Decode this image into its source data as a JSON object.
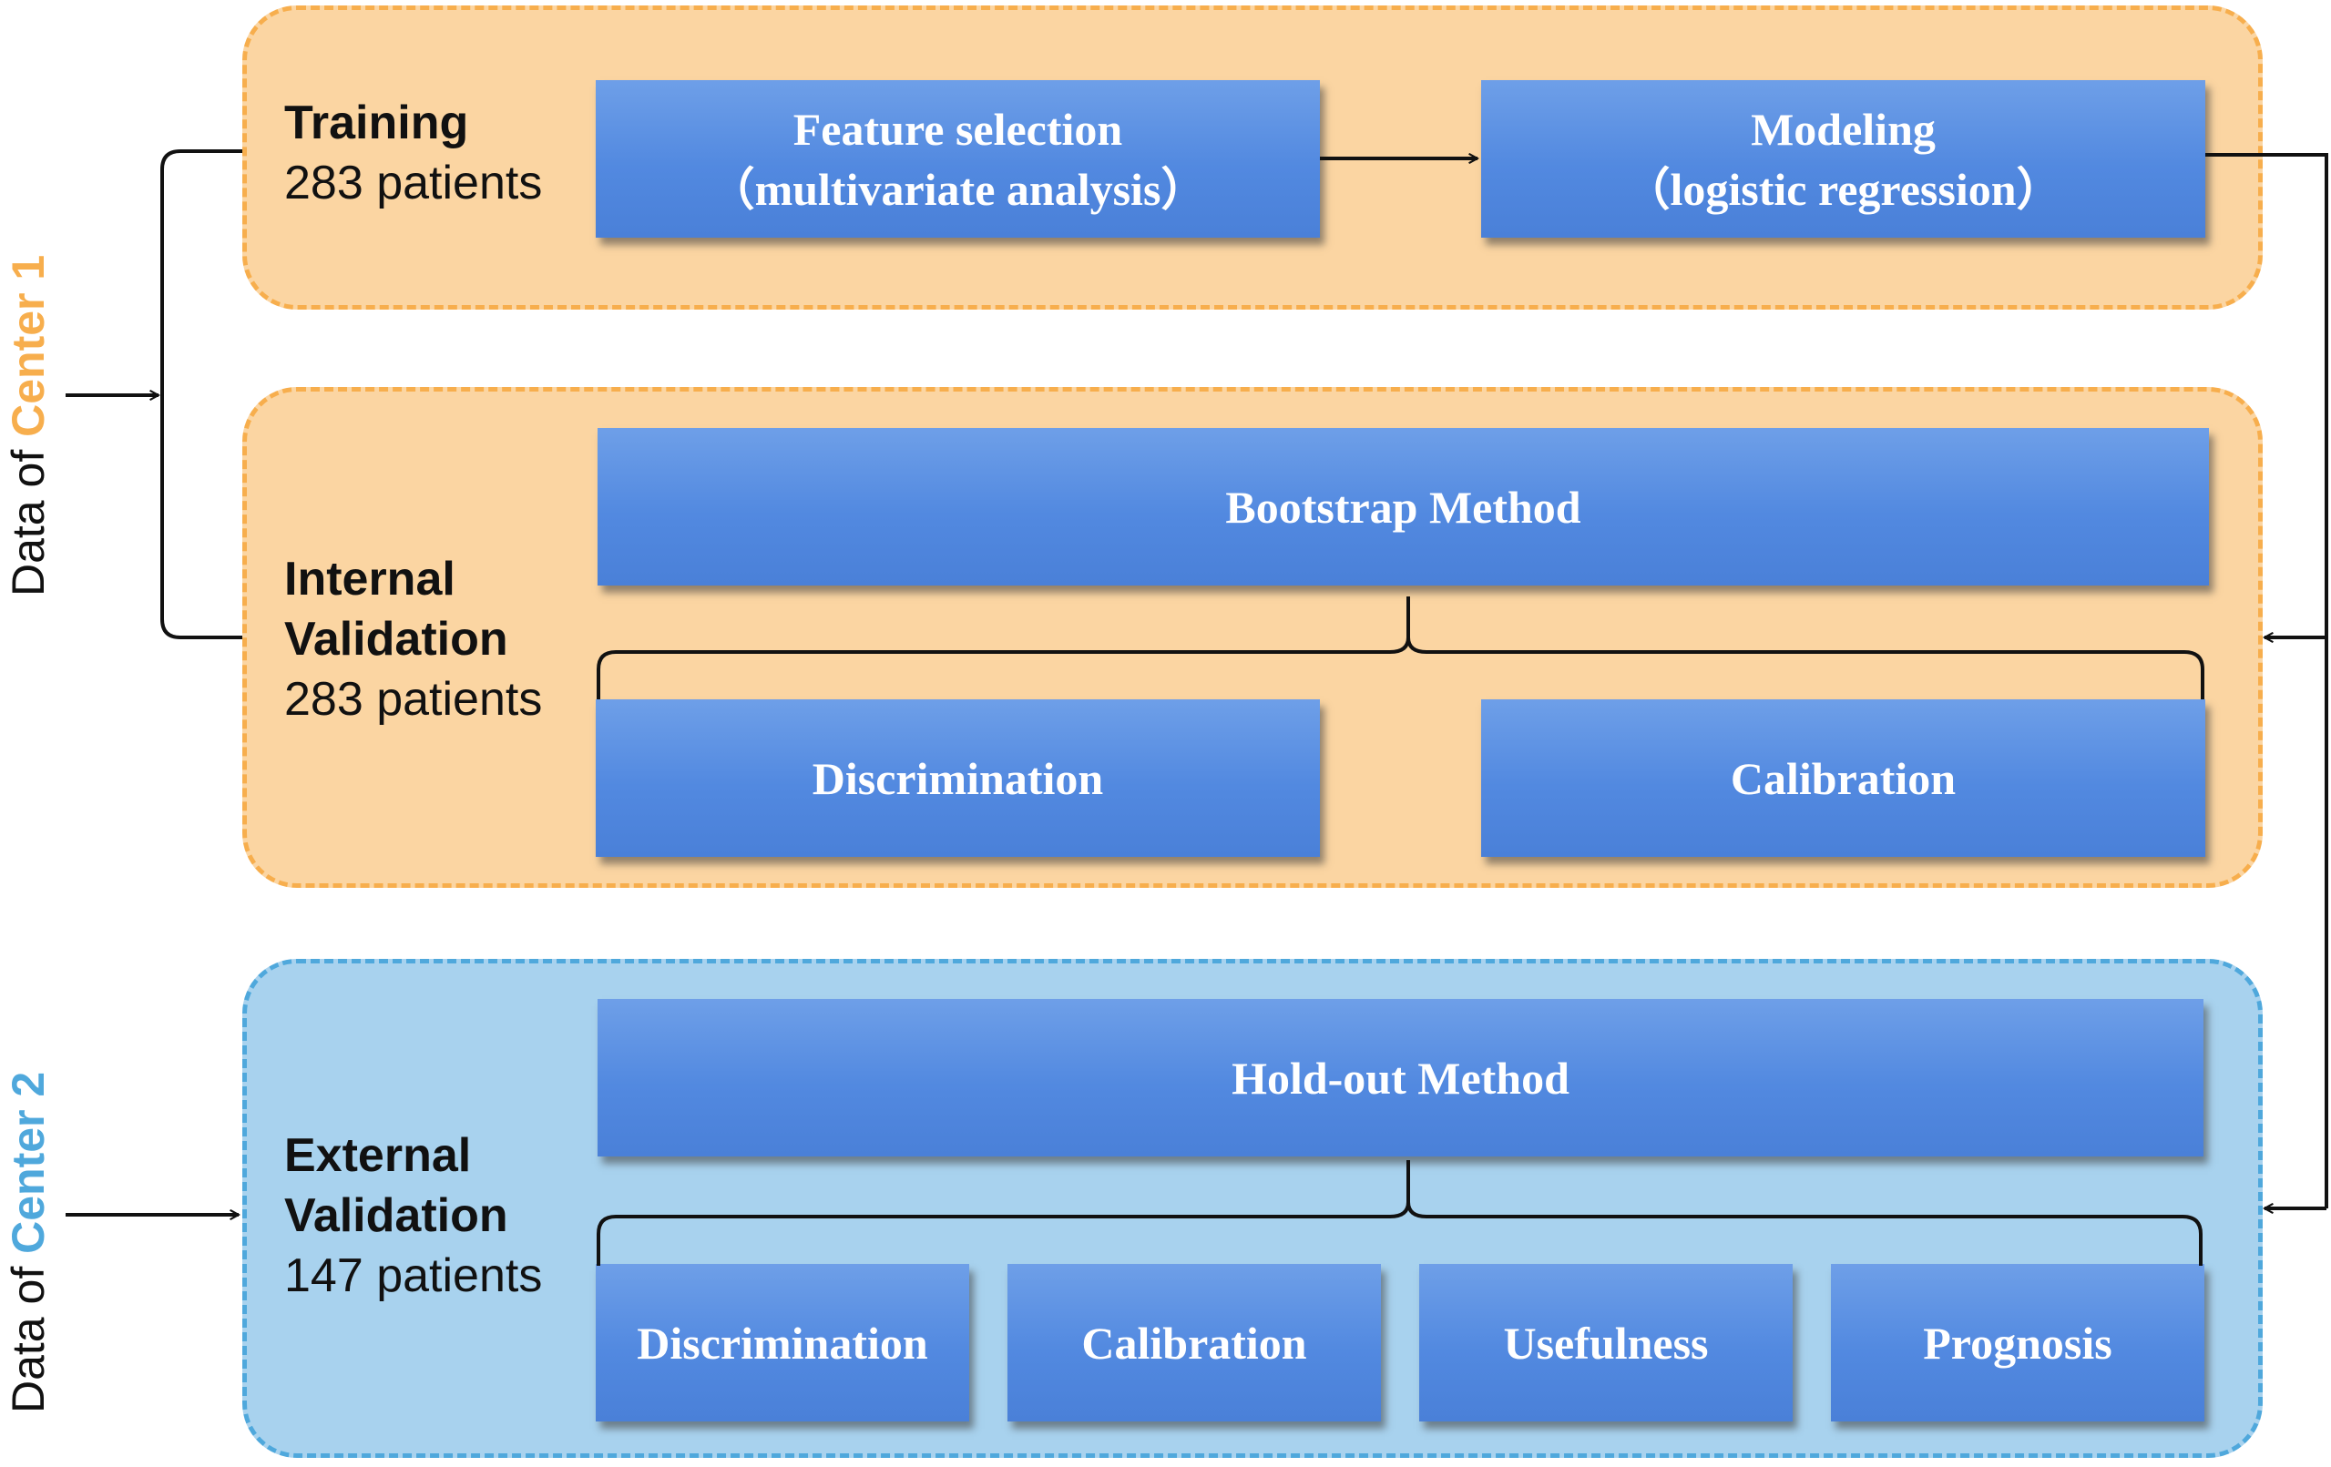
{
  "colors": {
    "orange_fill": "#fbd5a2",
    "orange_border": "#f7ae4d",
    "blue_fill": "#a8d2ee",
    "blue_border": "#4fa8dc",
    "box_fill": "#5289e0",
    "center1_accent": "#f7ae4d",
    "center2_accent": "#4fa8dc"
  },
  "side_labels": {
    "center1": {
      "prefix": "Data of ",
      "highlight": "Center 1"
    },
    "center2": {
      "prefix": "Data of ",
      "highlight": "Center 2"
    }
  },
  "training": {
    "title": "Training",
    "count": "283 patients",
    "feature_selection": {
      "line1": "Feature selection",
      "line2": "（multivariate analysis）"
    },
    "modeling": {
      "line1": "Modeling",
      "line2": "（logistic regression）"
    }
  },
  "internal": {
    "title_line1": "Internal",
    "title_line2": "Validation",
    "count": "283 patients",
    "method": "Bootstrap Method",
    "outputs": [
      "Discrimination",
      "Calibration"
    ]
  },
  "external": {
    "title_line1": "External",
    "title_line2": "Validation",
    "count": "147 patients",
    "method": "Hold-out Method",
    "outputs": [
      "Discrimination",
      "Calibration",
      "Usefulness",
      "Prognosis"
    ]
  }
}
